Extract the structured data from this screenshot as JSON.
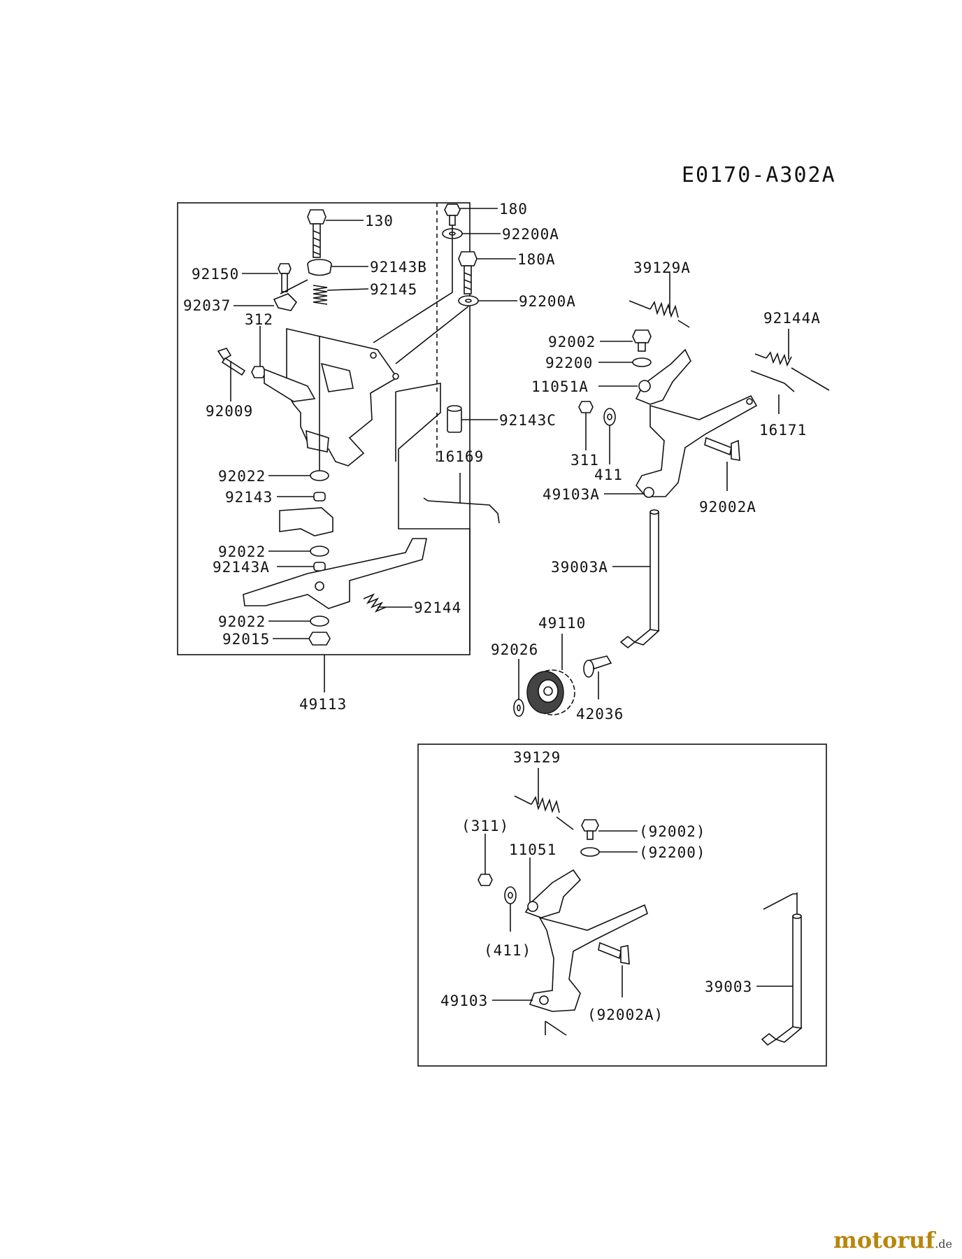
{
  "diagram": {
    "code": "E0170-A302A",
    "labels": {
      "p130": "130",
      "p92143B": "92143B",
      "p92150": "92150",
      "p92145": "92145",
      "p92037": "92037",
      "p312": "312",
      "p92009": "92009",
      "p92022a": "92022",
      "p92143": "92143",
      "p92022b": "92022",
      "p92143A": "92143A",
      "p92022c": "92022",
      "p92015": "92015",
      "p92144": "92144",
      "p49113": "49113",
      "p180": "180",
      "p92200Aa": "92200A",
      "p180A": "180A",
      "p92200Ab": "92200A",
      "p92143C": "92143C",
      "p16169": "16169",
      "p39129A": "39129A",
      "p92144A": "92144A",
      "p92002": "92002",
      "p92200": "92200",
      "p11051A": "11051A",
      "p16171": "16171",
      "p311": "311",
      "p411": "411",
      "p49103A": "49103A",
      "p92002A": "92002A",
      "p39003A": "39003A",
      "p49110": "49110",
      "p92026": "92026",
      "p42036": "42036",
      "p39129": "39129",
      "p311b": "(311)",
      "p92002b": "(92002)",
      "p11051": "11051",
      "p92200b": "(92200)",
      "p411b": "(411)",
      "p39003": "39003",
      "p49103": "49103",
      "p92002Ab": "(92002A)"
    }
  },
  "watermark": {
    "brand": "motoruf",
    "suffix": ".de"
  }
}
